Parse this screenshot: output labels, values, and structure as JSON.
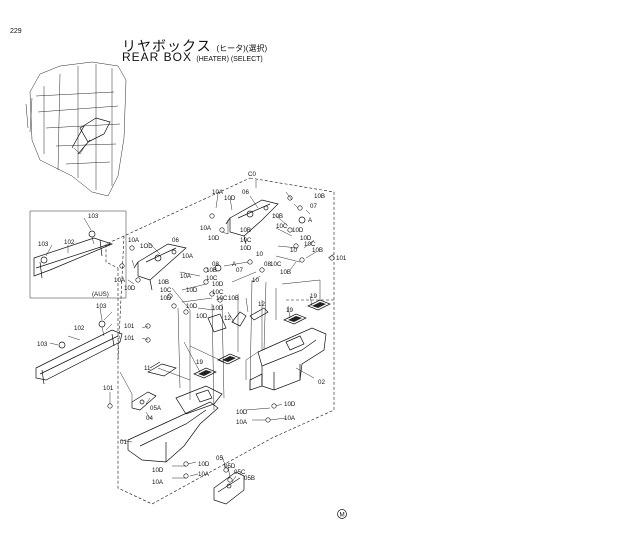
{
  "page_number": "229",
  "title_jp": "リヤボックス",
  "title_jp_sub": "(ヒータ)(選択)",
  "title_en": "REAR BOX",
  "title_en_sub": "(HEATER) (SELECT)",
  "aus_label": "(AUS)",
  "refmark_a": "A",
  "corner_mark": "M",
  "parts": {
    "p103a": "103",
    "p103b": "103",
    "p102a": "102",
    "p103c": "103",
    "p102b": "102",
    "p103d": "103",
    "p101a": "101",
    "p101b": "101",
    "p101c": "101",
    "p101d": "101",
    "p01": "01",
    "p02": "02",
    "pC0": "C0",
    "p06a": "06",
    "p06b": "06",
    "p10A_1": "10A",
    "p10D_1": "10D",
    "p10A_2": "10A",
    "p10D_2": "10D",
    "p10A_3": "10A",
    "p1OD_3": "1OD",
    "p10A_4": "10A",
    "p10D_4": "10D",
    "p10A_5": "10A",
    "p10A_6": "10A",
    "p10D_5": "10D",
    "p10D_6": "10D",
    "p10D_7": "10D",
    "p10D_8": "10D",
    "p10A_7": "10A",
    "p10D_9": "10D",
    "p08a": "08",
    "p08b": "08",
    "p07a": "07",
    "p07b": "07",
    "p10c": "10",
    "p10B_1": "10B",
    "p10C_1": "10C",
    "p10D_10": "10D",
    "p10D_11": "10D",
    "p10B_2": "10B",
    "p10C_2": "10C",
    "p10D_12": "10D",
    "p10D_13": "10D",
    "p10C_3": "10C",
    "p10B_3": "10B",
    "p10C_4": "10C",
    "p10B_4": "10B",
    "p10B_5": "10B",
    "p10C_5": "10C",
    "p10D_14": "10D",
    "p10B_6": "10B",
    "p10C_6": "10C",
    "p10B_7": "10B",
    "p10D_15": "10D",
    "p10a": "10",
    "p10b": "10",
    "p12a": "12",
    "p12b": "12",
    "p11": "11",
    "p19a": "19",
    "p19b": "19",
    "p19c": "19",
    "p05": "05",
    "p05A": "05A",
    "p04": "04",
    "p05D": "05D",
    "p05C": "05C",
    "p05B": "05B",
    "pA1": "A",
    "pA2": "A"
  }
}
